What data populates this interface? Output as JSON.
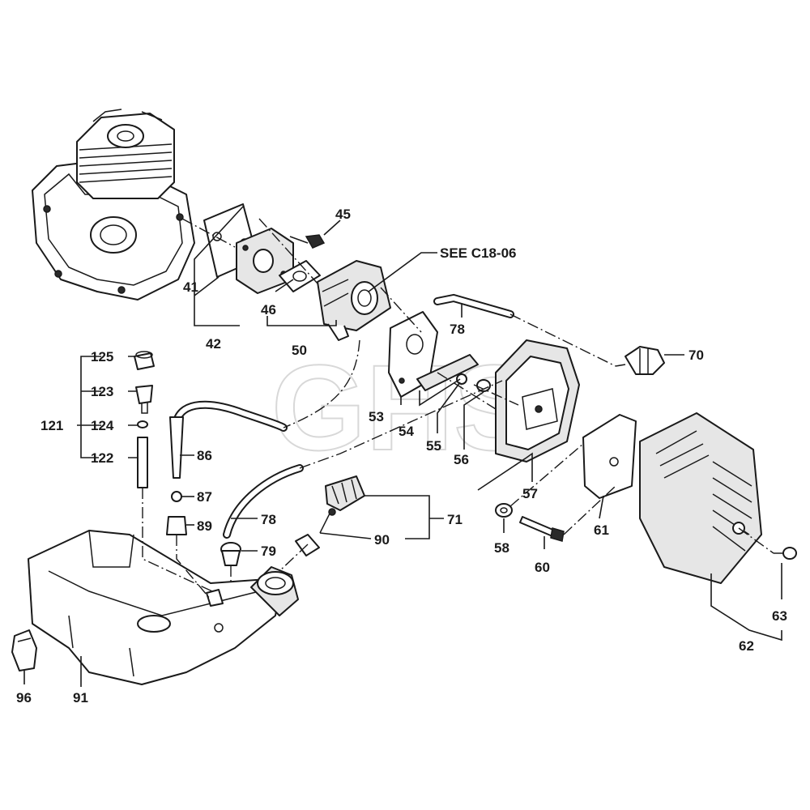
{
  "watermark": "GHS",
  "labels": {
    "l45": "45",
    "see": "SEE C18-06",
    "l41": "41",
    "l42": "42",
    "l46": "46",
    "l50": "50",
    "l78a": "78",
    "l70": "70",
    "l125": "125",
    "l123": "123",
    "l121": "121",
    "l124": "124",
    "l122": "122",
    "l86": "86",
    "l53": "53",
    "l54": "54",
    "l55": "55",
    "l56": "56",
    "l57": "57",
    "l87": "87",
    "l89": "89",
    "l78b": "78",
    "l71": "71",
    "l90": "90",
    "l79": "79",
    "l61": "61",
    "l58": "58",
    "l60": "60",
    "l63": "63",
    "l62": "62",
    "l96": "96",
    "l91": "91"
  }
}
